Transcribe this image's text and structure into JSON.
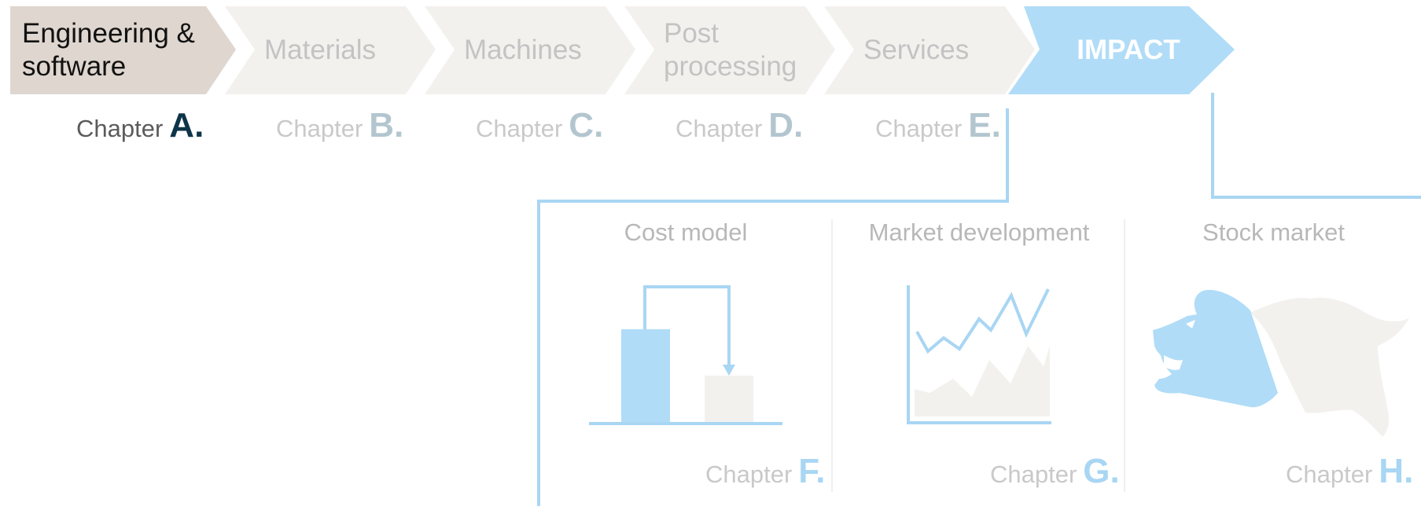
{
  "steps": [
    {
      "label": "Engineering & software",
      "chapter_word": "Chapter",
      "chapter_letter": "A."
    },
    {
      "label": "Materials",
      "chapter_word": "Chapter",
      "chapter_letter": "B."
    },
    {
      "label": "Machines",
      "chapter_word": "Chapter",
      "chapter_letter": "C."
    },
    {
      "label": "Post processing",
      "chapter_word": "Chapter",
      "chapter_letter": "D."
    },
    {
      "label": "Services",
      "chapter_word": "Chapter",
      "chapter_letter": "E."
    },
    {
      "label": "IMPACT"
    }
  ],
  "panels": [
    {
      "title": "Cost model",
      "chapter_word": "Chapter",
      "chapter_letter": "F.",
      "icon": "cost-model-icon"
    },
    {
      "title": "Market development",
      "chapter_word": "Chapter",
      "chapter_letter": "G.",
      "icon": "market-chart-icon"
    },
    {
      "title": "Stock market",
      "chapter_word": "Chapter",
      "chapter_letter": "H.",
      "icon": "bear-bull-icon"
    }
  ],
  "colors": {
    "active_step": "#ded6cf",
    "inactive_step": "#f3f1ee",
    "impact": "#b0dcf7",
    "dark_accent": "#0d3549",
    "line_blue": "#a8d6f3"
  }
}
